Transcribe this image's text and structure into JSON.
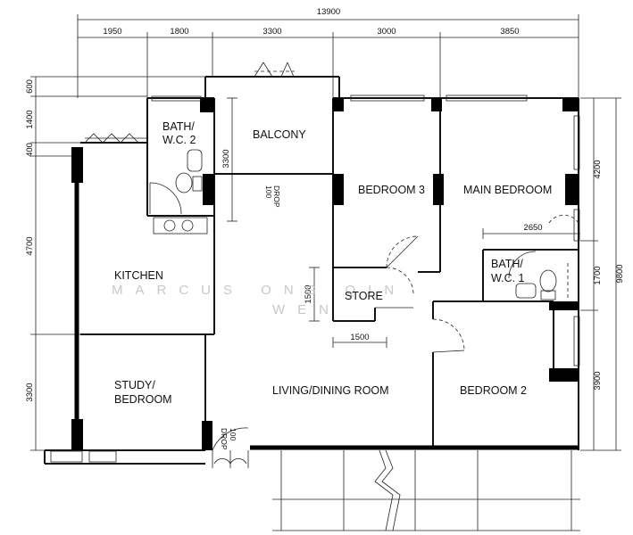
{
  "dimensions": {
    "overall_top": "13900",
    "top": [
      "1950",
      "1800",
      "3300",
      "3000",
      "3850"
    ],
    "left": [
      "600",
      "1400",
      "400",
      "4700",
      "3300"
    ],
    "right_inner": [
      "4200",
      "1700",
      "3900"
    ],
    "right_overall": "9800",
    "balcony_depth": "3300",
    "bath2_width": "2650",
    "store_width": "1500",
    "store_depth": "1500"
  },
  "rooms": {
    "bath_wc2_line1": "BATH/",
    "bath_wc2_line2": "W.C. 2",
    "balcony": "BALCONY",
    "bedroom3": "BEDROOM 3",
    "main_bedroom": "MAIN BEDROOM",
    "kitchen": "KITCHEN",
    "store": "STORE",
    "bath_wc1_line1": "BATH/",
    "bath_wc1_line2": "W.C. 1",
    "study_line1": "STUDY/",
    "study_line2": "BEDROOM",
    "living_dining": "LIVING/DINING ROOM",
    "bedroom2": "BEDROOM 2"
  },
  "notes": {
    "drop_a_1": "100",
    "drop_a_2": "DROP",
    "drop_b_1": "100",
    "drop_b_2": "DROP"
  },
  "watermark": {
    "line1": "MARCUS ONG QIN",
    "line2": "WEN"
  }
}
